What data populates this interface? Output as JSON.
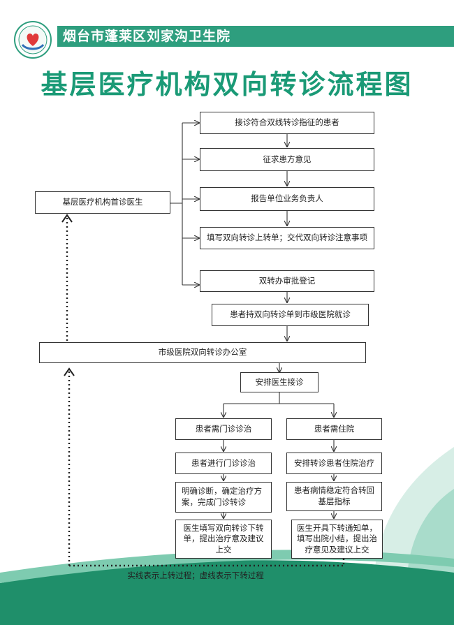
{
  "header": {
    "hospital_name": "烟台市蓬莱区刘家沟卫生院",
    "accent_color": "#2e9e7e"
  },
  "title": "基层医疗机构双向转诊流程图",
  "diagram": {
    "first_doctor": "基层医疗机构首诊医生",
    "step_receive": "接诊符合双线转诊指征的患者",
    "step_consent": "征求患方意见",
    "step_report": "报告单位业务负责人",
    "step_fill": "填写双向转诊上转单；交代双向转诊注意事项",
    "step_register": "双转办审批登记",
    "step_visit": "患者持双向转诊单到市级医院就诊",
    "city_office": "市级医院双向转诊办公室",
    "step_arrange": "安排医生接诊",
    "outpatient_need": "患者需门诊诊治",
    "inpatient_need": "患者需住院",
    "outpatient_do": "患者进行门诊诊治",
    "inpatient_arrange": "安排转诊患者住院治疗",
    "outpatient_diagnose": "明确诊断，确定治疗方案，完成门诊转诊",
    "inpatient_stable": "患者病情稳定符合转回基层指标",
    "outpatient_form": "医生填写双向转诊下转单，提出治疗意及建议上交",
    "inpatient_discharge": "医生开具下转通知单，填写出院小结，提出治疗意见及建议上交"
  },
  "footnote": "实线表示上转过程；虚线表示下转过程"
}
